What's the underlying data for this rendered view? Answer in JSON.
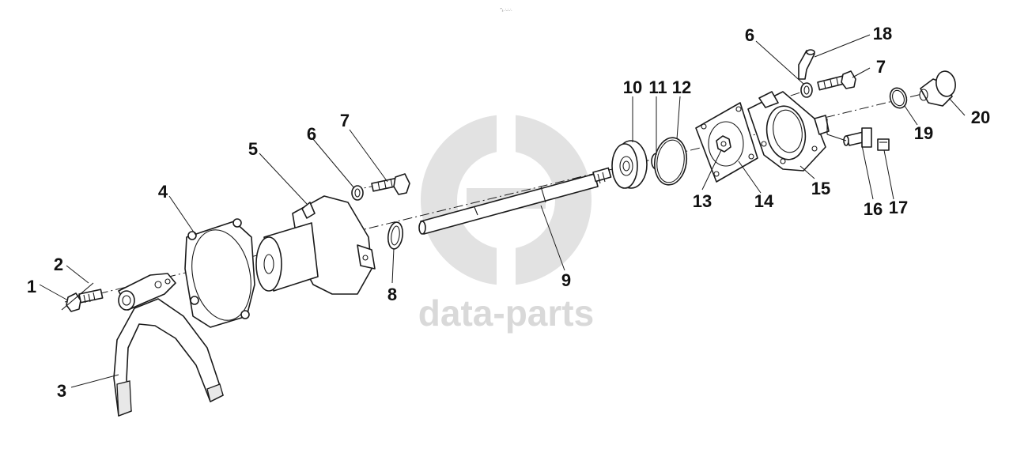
{
  "header_text": "′′₃ ∴∴∴",
  "watermark": {
    "text": "data-parts",
    "color": "#d9d9d9"
  },
  "labels": {
    "p1": "1",
    "p2": "2",
    "p3": "3",
    "p4": "4",
    "p5": "5",
    "p6a": "6",
    "p7a": "7",
    "p8": "8",
    "p9": "9",
    "p10": "10",
    "p11": "11",
    "p12": "12",
    "p13": "13",
    "p14": "14",
    "p15": "15",
    "p16": "16",
    "p17": "17",
    "p18": "18",
    "p6b": "6",
    "p7b": "7",
    "p19": "19",
    "p20": "20"
  }
}
